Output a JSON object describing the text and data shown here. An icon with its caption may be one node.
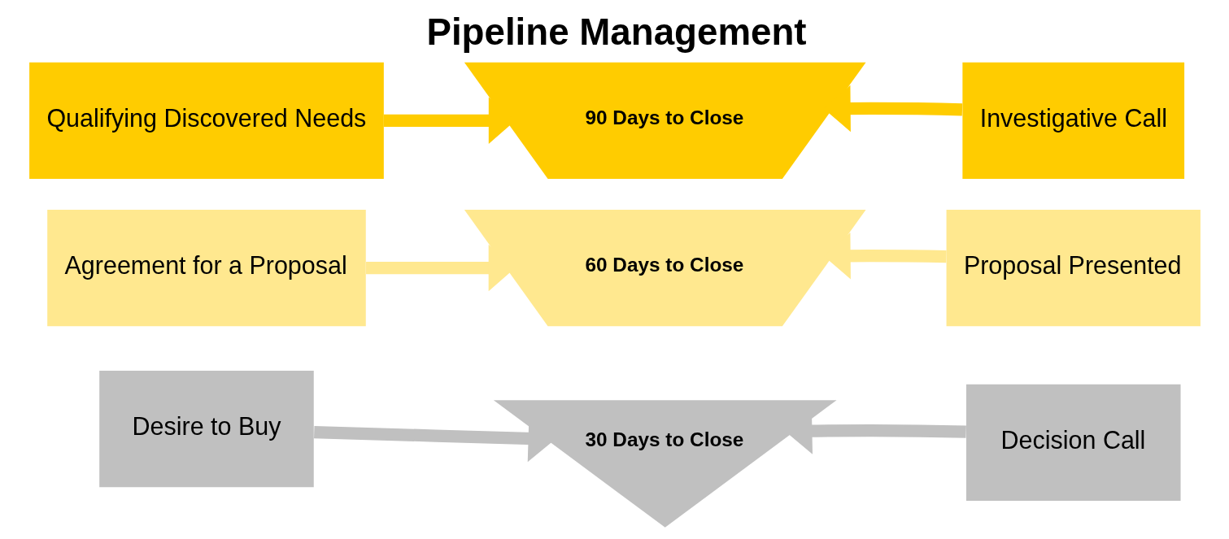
{
  "diagram": {
    "title": "Pipeline Management",
    "nodes": [
      {
        "text": [
          "Qualifying Discovered Needs"
        ]
      },
      {
        "text": [
          "90 Days to Close"
        ]
      },
      {
        "text": [
          "Investigative Call"
        ]
      },
      {
        "text": [
          "Agreement for a Proposal"
        ]
      },
      {
        "text": [
          "60 Days to Close"
        ]
      },
      {
        "text": [
          "Proposal Presented"
        ]
      },
      {
        "text": [
          "Desire to Buy"
        ]
      },
      {
        "text": [
          "30 Days to Close"
        ]
      },
      {
        "text": [
          "Decision Call"
        ]
      }
    ],
    "edges": [
      {
        "from": 0,
        "to": 1,
        "arrow": "to",
        "color": "#ffcc00"
      },
      {
        "from": 2,
        "to": 1,
        "arrow": "to",
        "color": "#ffcc00"
      },
      {
        "from": 3,
        "to": 4,
        "arrow": "to",
        "color": "#ffe88f"
      },
      {
        "from": 5,
        "to": 4,
        "arrow": "to",
        "color": "#ffe88f"
      },
      {
        "from": 6,
        "to": 7,
        "arrow": "to",
        "color": "#c0c0c0"
      },
      {
        "from": 8,
        "to": 7,
        "arrow": "to",
        "color": "#c0c0c0"
      }
    ]
  }
}
